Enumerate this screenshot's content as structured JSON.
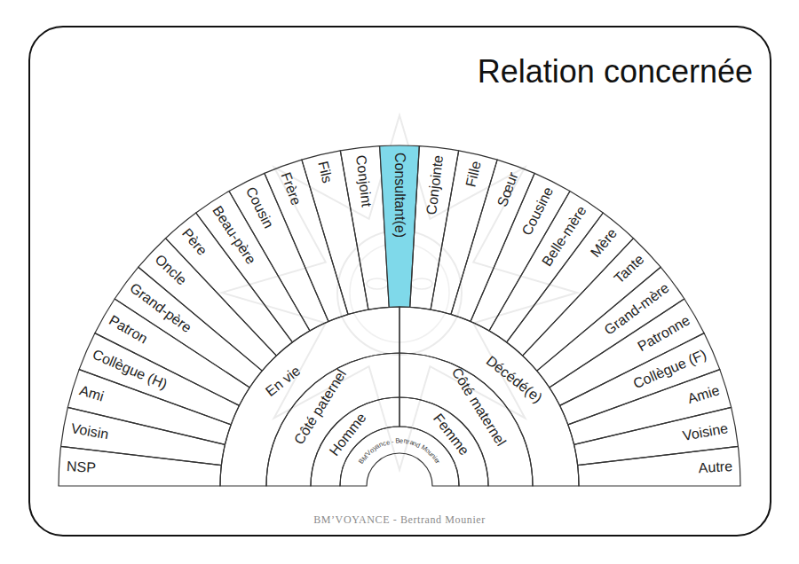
{
  "diagram": {
    "title": "Relation concernée",
    "nodes": [
      {
        "text": [
          "NSP"
        ]
      },
      {
        "text": [
          "Voisin"
        ]
      },
      {
        "text": [
          "Ami"
        ]
      },
      {
        "text": [
          "Collègue (H)"
        ]
      },
      {
        "text": [
          "Patron"
        ]
      },
      {
        "text": [
          "Grand-père"
        ]
      },
      {
        "text": [
          "Oncle"
        ]
      },
      {
        "text": [
          "Père"
        ]
      },
      {
        "text": [
          "Beau-père"
        ]
      },
      {
        "text": [
          "Cousin"
        ]
      },
      {
        "text": [
          "Frère"
        ]
      },
      {
        "text": [
          "Fils"
        ]
      },
      {
        "text": [
          "Conjoint"
        ]
      },
      {
        "text": [
          "Consultant(e)"
        ]
      },
      {
        "text": [
          "Conjointe"
        ]
      },
      {
        "text": [
          "Fille"
        ]
      },
      {
        "text": [
          "Sœur"
        ]
      },
      {
        "text": [
          "Cousine"
        ]
      },
      {
        "text": [
          "Belle-mère"
        ]
      },
      {
        "text": [
          "Mère"
        ]
      },
      {
        "text": [
          "Tante"
        ]
      },
      {
        "text": [
          "Grand-mère"
        ]
      },
      {
        "text": [
          "Patronne"
        ]
      },
      {
        "text": [
          "Collègue (F)"
        ]
      },
      {
        "text": [
          "Amie"
        ]
      },
      {
        "text": [
          "Voisine"
        ]
      },
      {
        "text": [
          "Autre"
        ]
      },
      {
        "text": [
          "En vie"
        ]
      },
      {
        "text": [
          "Décédé(e)"
        ]
      },
      {
        "text": [
          "Côté paternel"
        ]
      },
      {
        "text": [
          "Côté maternel"
        ]
      },
      {
        "text": [
          "Homme"
        ]
      },
      {
        "text": [
          "Femme"
        ]
      },
      {
        "text": [
          "BM'Voyance - Bertrand Mounier"
        ]
      }
    ],
    "labels": [
      "BM’VOYANCE - Bertrand Mounier"
    ]
  }
}
